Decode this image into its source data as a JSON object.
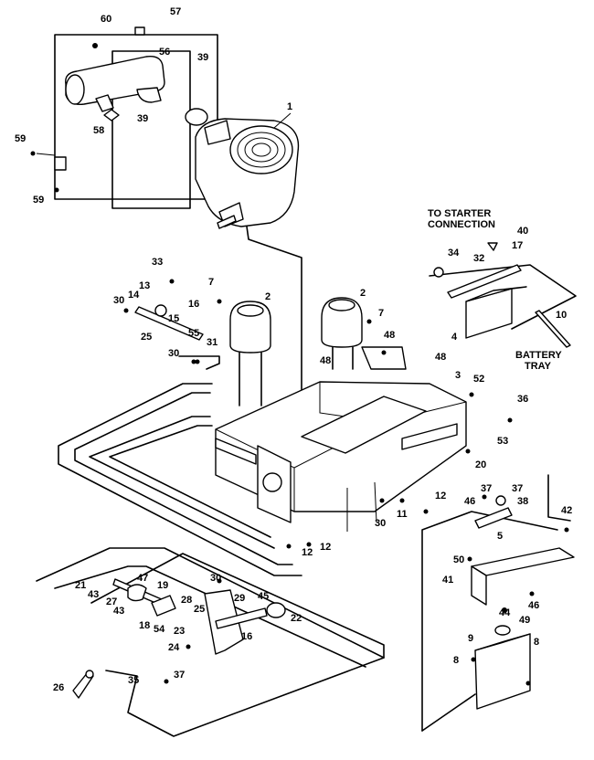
{
  "captions": {
    "starter_line1": "TO STARTER",
    "starter_line2": "CONNECTION",
    "battery_line1": "BATTERY",
    "battery_line2": "TRAY"
  },
  "callouts": [
    {
      "id": "c60",
      "text": "60"
    },
    {
      "id": "c57",
      "text": "57"
    },
    {
      "id": "c56",
      "text": "56"
    },
    {
      "id": "c39a",
      "text": "39"
    },
    {
      "id": "c39b",
      "text": "39"
    },
    {
      "id": "c1",
      "text": "1"
    },
    {
      "id": "c58",
      "text": "58"
    },
    {
      "id": "c59a",
      "text": "59"
    },
    {
      "id": "c59b",
      "text": "59"
    },
    {
      "id": "c33",
      "text": "33"
    },
    {
      "id": "c7a",
      "text": "7"
    },
    {
      "id": "c2a",
      "text": "2"
    },
    {
      "id": "c2b",
      "text": "2"
    },
    {
      "id": "c7b",
      "text": "7"
    },
    {
      "id": "c13",
      "text": "13"
    },
    {
      "id": "c14",
      "text": "14"
    },
    {
      "id": "c16",
      "text": "16"
    },
    {
      "id": "c30a",
      "text": "30"
    },
    {
      "id": "c15",
      "text": "15"
    },
    {
      "id": "c25a",
      "text": "25"
    },
    {
      "id": "c55",
      "text": "55"
    },
    {
      "id": "c31",
      "text": "31"
    },
    {
      "id": "c30b",
      "text": "30"
    },
    {
      "id": "c48a",
      "text": "48"
    },
    {
      "id": "c48b",
      "text": "48"
    },
    {
      "id": "c48c",
      "text": "48"
    },
    {
      "id": "c3",
      "text": "3"
    },
    {
      "id": "c34",
      "text": "34"
    },
    {
      "id": "c32",
      "text": "32"
    },
    {
      "id": "c40",
      "text": "40"
    },
    {
      "id": "c17",
      "text": "17"
    },
    {
      "id": "c4",
      "text": "4"
    },
    {
      "id": "c10",
      "text": "10"
    },
    {
      "id": "c52",
      "text": "52"
    },
    {
      "id": "c36a",
      "text": "36"
    },
    {
      "id": "c53",
      "text": "53"
    },
    {
      "id": "c20",
      "text": "20"
    },
    {
      "id": "c37a",
      "text": "37"
    },
    {
      "id": "c37b",
      "text": "37"
    },
    {
      "id": "c46a",
      "text": "46"
    },
    {
      "id": "c38",
      "text": "38"
    },
    {
      "id": "c5",
      "text": "5"
    },
    {
      "id": "c42",
      "text": "42"
    },
    {
      "id": "c12a",
      "text": "12"
    },
    {
      "id": "c11",
      "text": "11"
    },
    {
      "id": "c30c",
      "text": "30"
    },
    {
      "id": "c12b",
      "text": "12"
    },
    {
      "id": "c12c",
      "text": "12"
    },
    {
      "id": "c41",
      "text": "41"
    },
    {
      "id": "c50",
      "text": "50"
    },
    {
      "id": "c46b",
      "text": "46"
    },
    {
      "id": "c44",
      "text": "44"
    },
    {
      "id": "c49",
      "text": "49"
    },
    {
      "id": "c9",
      "text": "9"
    },
    {
      "id": "c8a",
      "text": "8"
    },
    {
      "id": "c8b",
      "text": "8"
    },
    {
      "id": "c21",
      "text": "21"
    },
    {
      "id": "c43a",
      "text": "43"
    },
    {
      "id": "c47",
      "text": "47"
    },
    {
      "id": "c19",
      "text": "19"
    },
    {
      "id": "c27",
      "text": "27"
    },
    {
      "id": "c43b",
      "text": "43"
    },
    {
      "id": "c30d",
      "text": "30"
    },
    {
      "id": "c28a",
      "text": "28"
    },
    {
      "id": "c29",
      "text": "29"
    },
    {
      "id": "c45",
      "text": "45"
    },
    {
      "id": "c22",
      "text": "22"
    },
    {
      "id": "c18",
      "text": "18"
    },
    {
      "id": "c54",
      "text": "54"
    },
    {
      "id": "c23",
      "text": "23"
    },
    {
      "id": "c25b",
      "text": "25"
    },
    {
      "id": "c16b",
      "text": "16"
    },
    {
      "id": "c24",
      "text": "24"
    },
    {
      "id": "c35",
      "text": "35"
    },
    {
      "id": "c37c",
      "text": "37"
    },
    {
      "id": "c26",
      "text": "26"
    }
  ]
}
